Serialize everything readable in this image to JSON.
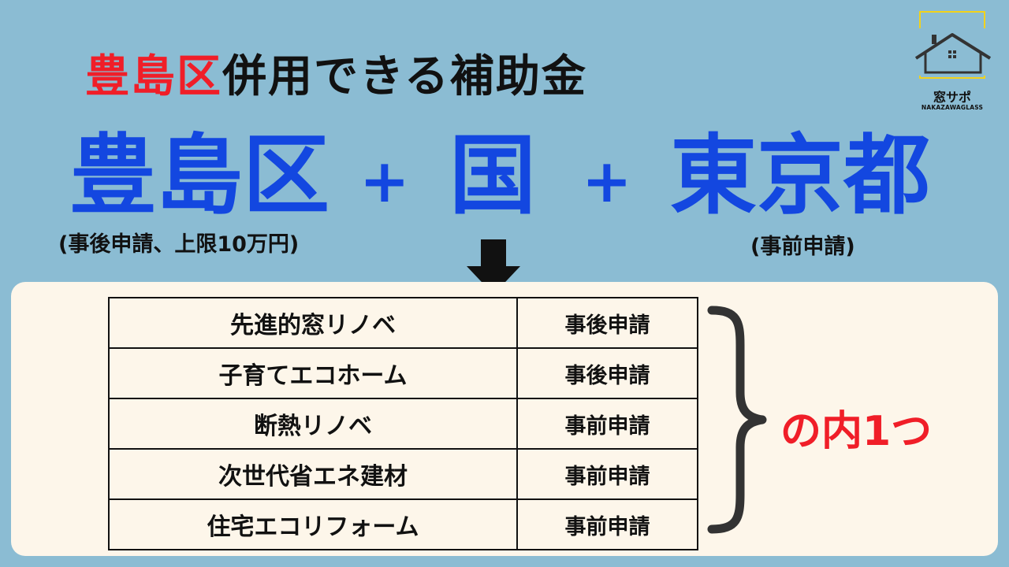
{
  "header": {
    "title_accent": "豊島区",
    "title_rest": "併用できる補助金"
  },
  "logo": {
    "name": "窓サポ",
    "subtitle": "NAKAZAWAGLASS",
    "frame_color": "#f2d21b"
  },
  "formula": {
    "term1": "豊島区",
    "term2": "国",
    "term3": "東京都",
    "operator": "+",
    "term1_note": "(事後申請、上限10万円)",
    "term3_note": "(事前申請)"
  },
  "grants": [
    {
      "name": "先進的窓リノベ",
      "type": "事後申請"
    },
    {
      "name": "子育てエコホーム",
      "type": "事後申請"
    },
    {
      "name": "断熱リノベ",
      "type": "事前申請"
    },
    {
      "name": "次世代省エネ建材",
      "type": "事前申請"
    },
    {
      "name": "住宅エコリフォーム",
      "type": "事前申請"
    }
  ],
  "choice_label": "の内1つ",
  "colors": {
    "background": "#8bbcd3",
    "panel": "#fdf6ea",
    "blue": "#1347e0",
    "red": "#f01e28"
  }
}
